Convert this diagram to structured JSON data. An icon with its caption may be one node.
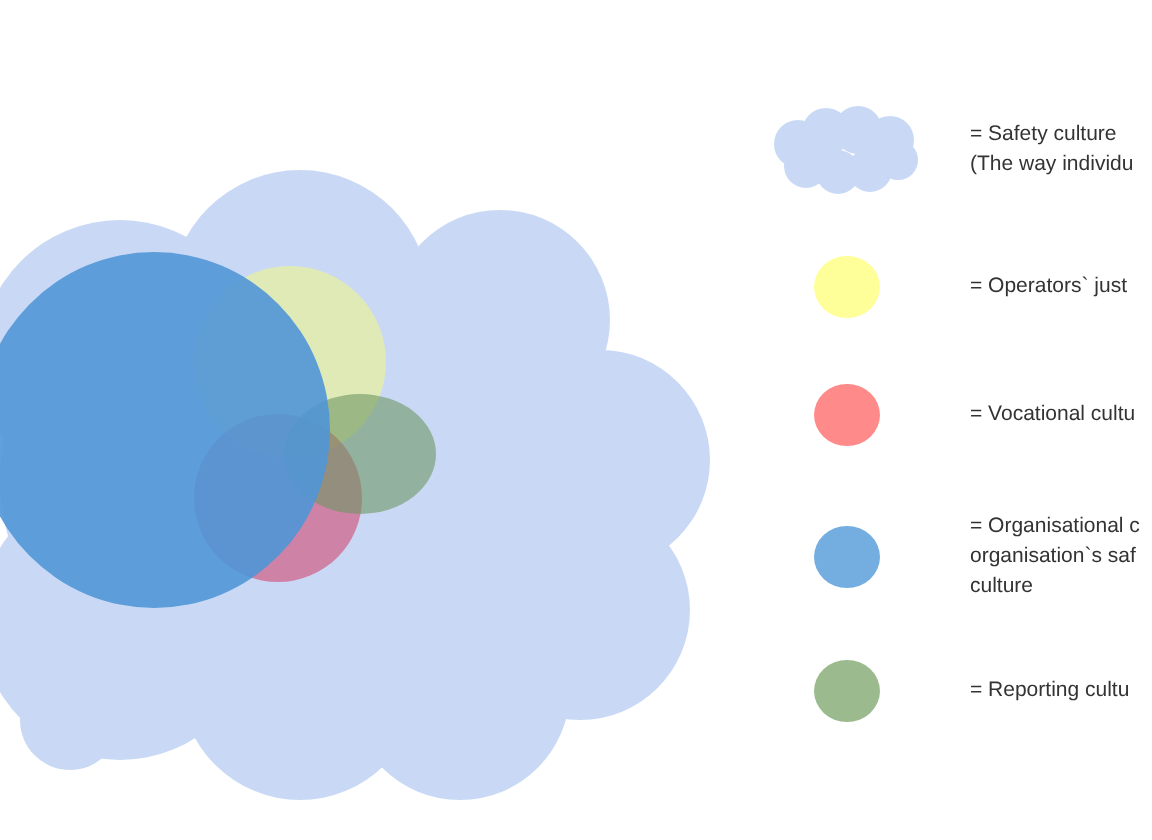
{
  "diagram": {
    "nodes": [
      {
        "text": [],
        "shape": "cloud"
      },
      {
        "text": [],
        "shape": "circle"
      },
      {
        "text": [],
        "shape": "circle",
        "in": 0
      },
      {
        "text": [],
        "shape": "circle",
        "in": 0
      },
      {
        "text": [],
        "shape": "circle",
        "in": 0
      }
    ],
    "legend": [
      {
        "text": "= Safety culture (The way individu"
      },
      {
        "text": "= Operators` just",
        "color": "#ffff99"
      },
      {
        "text": "= Vocational cultu",
        "color": "#ff8a8a"
      },
      {
        "text": "= Organisational c organisation`s saf culture",
        "color": "#74aee0"
      },
      {
        "text": "= Reporting cultu",
        "color": "#9bbb8f"
      }
    ]
  }
}
